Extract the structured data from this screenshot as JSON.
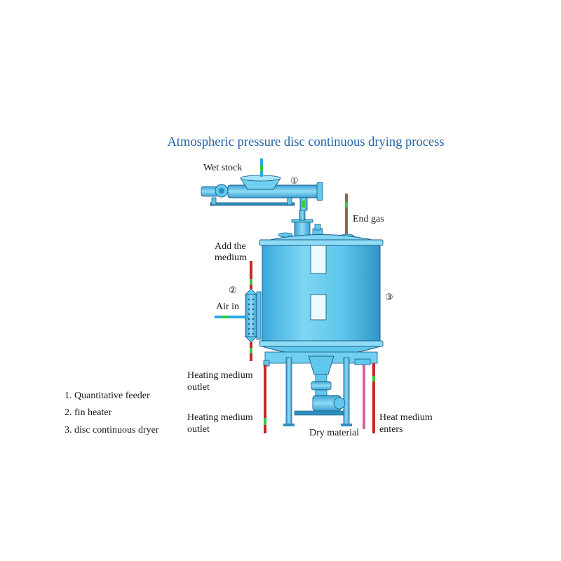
{
  "diagram": {
    "title": "Atmospheric pressure disc continuous drying process",
    "callouts": {
      "feeder": "①",
      "heater": "②",
      "dryer": "③"
    },
    "labels": {
      "wet_stock": "Wet stock",
      "end_gas": "End gas",
      "add_medium_line1": "Add the",
      "add_medium_line2": "medium",
      "air_in": "Air in",
      "heating_outlet_a_line1": "Heating medium",
      "heating_outlet_a_line2": "outlet",
      "heating_outlet_b_line1": "Heating medium",
      "heating_outlet_b_line2": "outlet",
      "dry_material": "Dry material",
      "heat_enters_line1": "Heat medium",
      "heat_enters_line2": "enters"
    },
    "legend": [
      "1. Quantitative feeder",
      "2. fin heater",
      "3. disc continuous dryer"
    ],
    "colors": {
      "equipment": "#5fc8ec",
      "equipment_dark": "#2e8fbf",
      "outline": "#1b5d86",
      "window": "#eafaff",
      "hot_pipe": "#c8262a",
      "pink_pipe": "#d8629a",
      "green_marker": "#39c83f",
      "gas_pipe": "#8a6a52",
      "air_pipe": "#27a9e6",
      "title": "#1f62a8"
    }
  }
}
